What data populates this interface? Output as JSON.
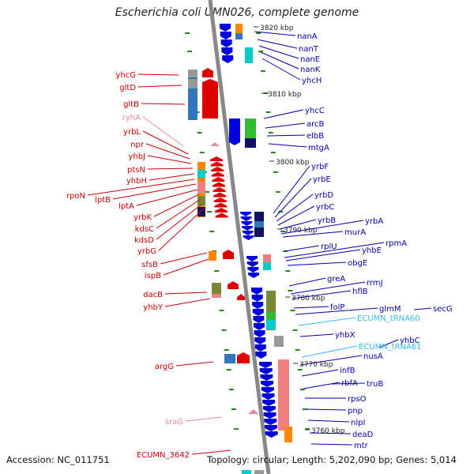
{
  "title": "Escherichia coli UMN026, complete genome",
  "footer": {
    "accession": "Accession: NC_011751",
    "summary": "Topology: circular; Length: 5,202,090 bp; Genes: 5,014"
  },
  "colors": {
    "forward_gene": "#e00000",
    "reverse_gene": "#0000dd",
    "forward_label": "#cc0000",
    "reverse_label": "#0000aa",
    "rna_gene": "#ee8899",
    "trna": "#33bbee",
    "backbone": "#888888",
    "tick": "#228822",
    "cog_blue": "#3377bb",
    "cog_green": "#33bb33",
    "cog_orange": "#ff8800",
    "cog_salmon": "#f08080",
    "cog_olive": "#778833",
    "cog_navy": "#111166",
    "cog_cyan": "#00cccc",
    "cog_gray": "#999999"
  },
  "scale_labels": [
    "3820 kbp",
    "3810 kbp",
    "3800 kbp",
    "3790 kbp",
    "3780 kbp",
    "3770 kbp",
    "3760 kbp"
  ],
  "genes_left": [
    {
      "label": "yhcG"
    },
    {
      "label": "gltD"
    },
    {
      "label": "gltB"
    },
    {
      "label": "ryhA"
    },
    {
      "label": "yrbL"
    },
    {
      "label": "npr"
    },
    {
      "label": "yhbJ"
    },
    {
      "label": "ptsN"
    },
    {
      "label": "yhbH"
    },
    {
      "label": "rpoN"
    },
    {
      "label": "lptB"
    },
    {
      "label": "lptA"
    },
    {
      "label": "yrbK"
    },
    {
      "label": "kdsC"
    },
    {
      "label": "kdsD"
    },
    {
      "label": "yrbG"
    },
    {
      "label": "sfsB"
    },
    {
      "label": "ispB"
    },
    {
      "label": "dacB"
    },
    {
      "label": "yhbY"
    },
    {
      "label": "argG"
    },
    {
      "label": "sraG"
    },
    {
      "label": "ECUMN_3642"
    }
  ],
  "genes_right": [
    {
      "label": "nanA"
    },
    {
      "label": "nanT"
    },
    {
      "label": "nanE"
    },
    {
      "label": "nanK"
    },
    {
      "label": "yhcH"
    },
    {
      "label": "yhcC"
    },
    {
      "label": "arcB"
    },
    {
      "label": "elbB"
    },
    {
      "label": "mtgA"
    },
    {
      "label": "yrbF"
    },
    {
      "label": "yrbE"
    },
    {
      "label": "yrbD"
    },
    {
      "label": "yrbC"
    },
    {
      "label": "yrbB"
    },
    {
      "label": "yrbA"
    },
    {
      "label": "murA"
    },
    {
      "label": "rpmA"
    },
    {
      "label": "rplU"
    },
    {
      "label": "yhbE"
    },
    {
      "label": "obgE"
    },
    {
      "label": "greA"
    },
    {
      "label": "rrmJ"
    },
    {
      "label": "hflB"
    },
    {
      "label": "folP"
    },
    {
      "label": "glmM"
    },
    {
      "label": "secG"
    },
    {
      "label": "ECUMN_tRNA60"
    },
    {
      "label": "yhbX"
    },
    {
      "label": "yhbC"
    },
    {
      "label": "ECUMN_tRNA61"
    },
    {
      "label": "nusA"
    },
    {
      "label": "infB"
    },
    {
      "label": "rbfA"
    },
    {
      "label": "truB"
    },
    {
      "label": "rpsO"
    },
    {
      "label": "pnp"
    },
    {
      "label": "nlpI"
    },
    {
      "label": "deaD"
    },
    {
      "label": "mtr"
    }
  ]
}
